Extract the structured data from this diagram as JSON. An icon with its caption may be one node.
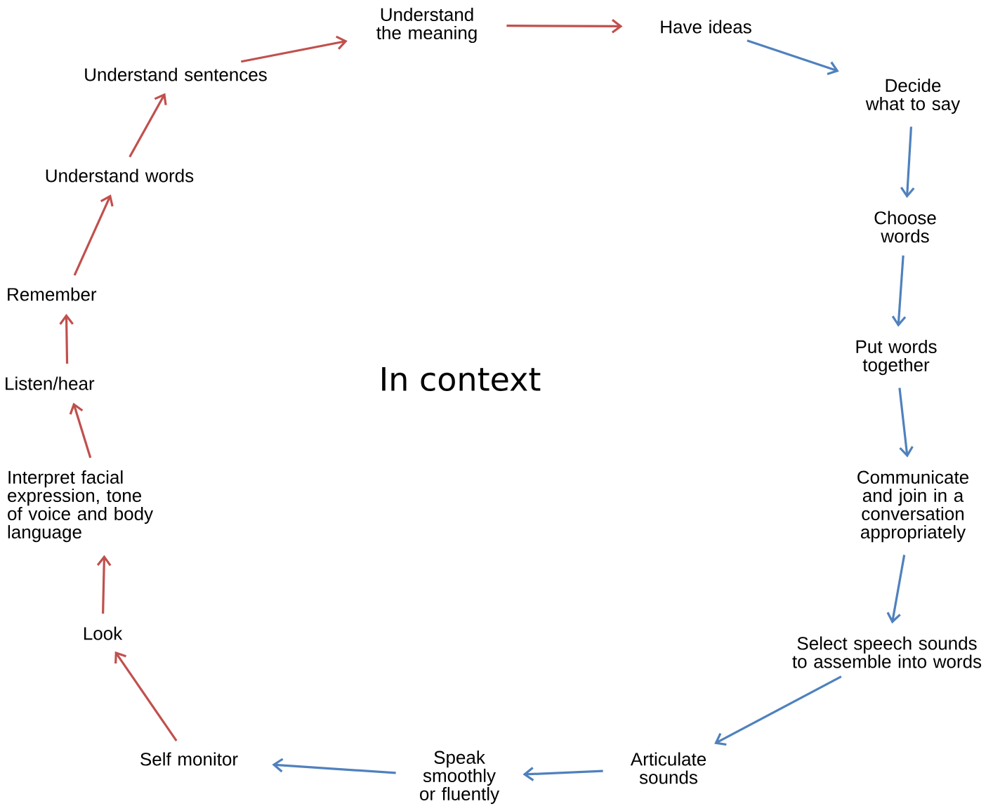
{
  "diagram": {
    "nodes": [
      {
        "text": [
          "Understand the meaning"
        ]
      },
      {
        "text": [
          "Have ideas"
        ]
      },
      {
        "text": [
          "Decide what to say"
        ]
      },
      {
        "text": [
          "Choose words"
        ]
      },
      {
        "text": [
          "Put words together"
        ]
      },
      {
        "text": [
          "Communicate and join in a conversation appropriately"
        ]
      },
      {
        "text": [
          "Select speech sounds to assemble into words"
        ]
      },
      {
        "text": [
          "Articulate sounds"
        ]
      },
      {
        "text": [
          "Speak smoothly or fluently"
        ]
      },
      {
        "text": [
          "Self monitor"
        ]
      },
      {
        "text": [
          "Look"
        ]
      },
      {
        "text": [
          "Interpret facial expression, tone of voice and body language"
        ]
      },
      {
        "text": [
          "Listen/hear"
        ]
      },
      {
        "text": [
          "Remember"
        ]
      },
      {
        "text": [
          "Understand words"
        ]
      },
      {
        "text": [
          "Understand sentences"
        ]
      }
    ],
    "edges": [
      {
        "from": 0,
        "to": 1,
        "arrow": "to",
        "color": "#c0504d"
      },
      {
        "from": 1,
        "to": 2,
        "arrow": "to",
        "color": "#4f81bd"
      },
      {
        "from": 2,
        "to": 3,
        "arrow": "to",
        "color": "#4f81bd"
      },
      {
        "from": 3,
        "to": 4,
        "arrow": "to",
        "color": "#4f81bd"
      },
      {
        "from": 4,
        "to": 5,
        "arrow": "to",
        "color": "#4f81bd"
      },
      {
        "from": 5,
        "to": 6,
        "arrow": "to",
        "color": "#4f81bd"
      },
      {
        "from": 6,
        "to": 7,
        "arrow": "to",
        "color": "#4f81bd"
      },
      {
        "from": 7,
        "to": 8,
        "arrow": "to",
        "color": "#4f81bd"
      },
      {
        "from": 8,
        "to": 9,
        "arrow": "to",
        "color": "#4f81bd"
      },
      {
        "from": 9,
        "to": 10,
        "arrow": "to",
        "color": "#c0504d"
      },
      {
        "from": 10,
        "to": 11,
        "arrow": "to",
        "color": "#c0504d"
      },
      {
        "from": 11,
        "to": 12,
        "arrow": "to",
        "color": "#c0504d"
      },
      {
        "from": 12,
        "to": 13,
        "arrow": "to",
        "color": "#c0504d"
      },
      {
        "from": 13,
        "to": 14,
        "arrow": "to",
        "color": "#c0504d"
      },
      {
        "from": 14,
        "to": 15,
        "arrow": "to",
        "color": "#c0504d"
      },
      {
        "from": 15,
        "to": 0,
        "arrow": "to",
        "color": "#c0504d"
      }
    ],
    "labels": [
      "In context"
    ]
  }
}
